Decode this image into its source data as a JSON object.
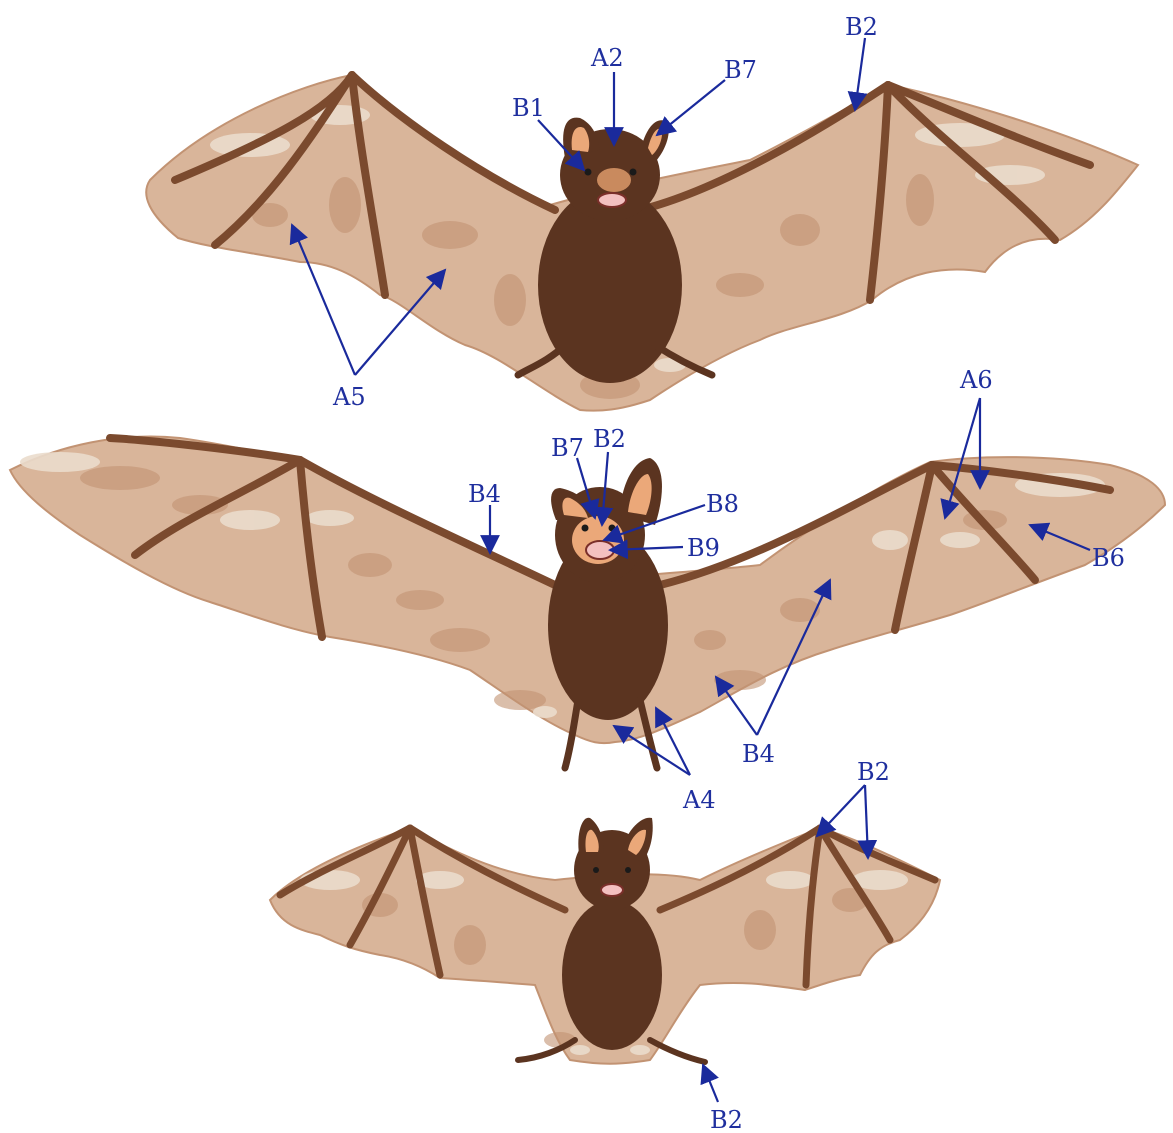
{
  "colors": {
    "wing_light": "#d9b59a",
    "wing_pale": "#eadccc",
    "wing_mid": "#c29373",
    "bone": "#7b4a2e",
    "body": "#5b3420",
    "body_dark": "#4b2a18",
    "ear_inner": "#eba879",
    "mouth": "#f3c0c0",
    "label": "#1f2f9e"
  },
  "labels": {
    "top": {
      "b1": "B1",
      "a2": "A2",
      "b7": "B7",
      "b2": "B2",
      "a5": "A5"
    },
    "middle": {
      "b7": "B7",
      "b2": "B2",
      "b8": "B8",
      "b9": "B9",
      "b4_left": "B4",
      "b4_bottom": "B4",
      "a6": "A6",
      "b6": "B6",
      "a4": "A4"
    },
    "bottom": {
      "b2_wing": "B2",
      "b2_foot": "B2"
    }
  }
}
